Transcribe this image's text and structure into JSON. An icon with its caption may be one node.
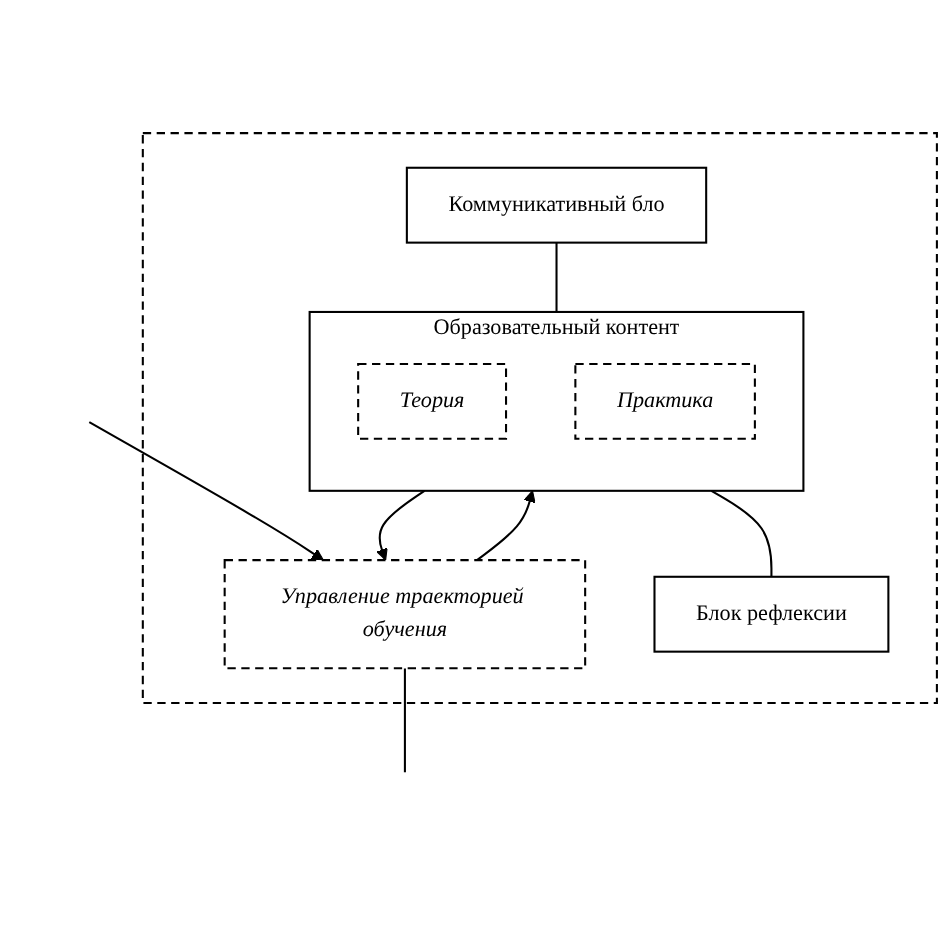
{
  "diagram": {
    "nodes": [
      {
        "text": [],
        "shape": "box"
      },
      {
        "text": [
          "Коммуникативный бло"
        ],
        "in": 0
      },
      {
        "text": [
          "Образовательный контент"
        ],
        "in": 0
      },
      {
        "text": [
          "Теория"
        ],
        "in": 2
      },
      {
        "text": [
          "Практика"
        ],
        "in": 2
      },
      {
        "text": [
          "Управление траекторией обучения"
        ],
        "in": 0
      },
      {
        "text": [
          "Блок рефлексии"
        ],
        "in": 0
      }
    ],
    "edges": [
      {
        "from": 1,
        "to": 2,
        "arrow": "none"
      },
      {
        "from": 2,
        "to": 5,
        "arrow": "to"
      },
      {
        "from": 5,
        "to": 2,
        "arrow": "to"
      },
      {
        "from": 2,
        "to": 6,
        "arrow": "none"
      },
      {
        "from": null,
        "to": 5,
        "arrow": "to"
      },
      {
        "from": 5,
        "to": null,
        "arrow": "none"
      }
    ]
  }
}
